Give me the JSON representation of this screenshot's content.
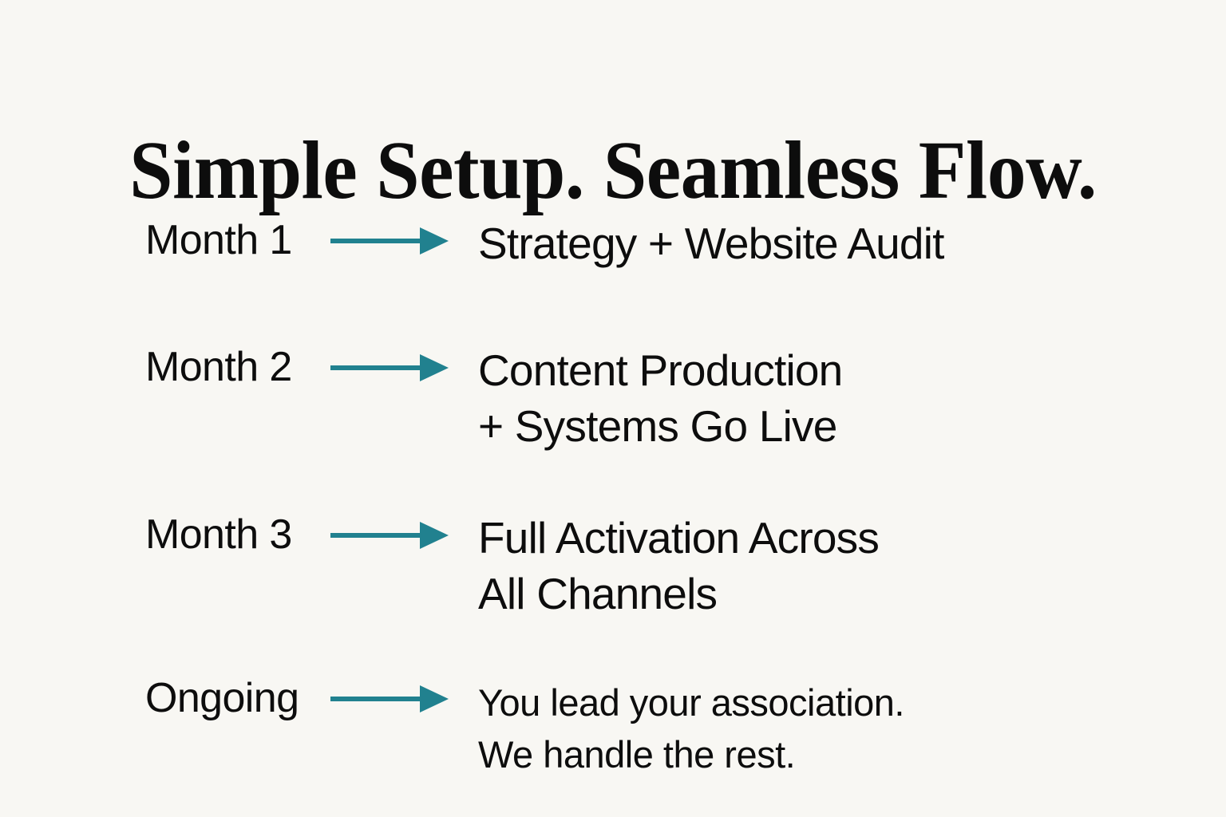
{
  "slide": {
    "background_color": "#f8f7f3",
    "text_color": "#0d0d0d",
    "accent_color": "#21818f",
    "title": "Simple Setup. Seamless Flow."
  },
  "timeline": {
    "rows": [
      {
        "label": "Month 1",
        "arrow": "arrow-right-icon",
        "text": "Strategy + Website Audit",
        "size": "normal"
      },
      {
        "label": "Month 2",
        "arrow": "arrow-right-icon",
        "text": "Content Production\n+ Systems Go Live",
        "size": "normal"
      },
      {
        "label": "Month 3",
        "arrow": "arrow-right-icon",
        "text": "Full Activation Across\nAll Channels",
        "size": "normal"
      },
      {
        "label": "Ongoing",
        "arrow": "arrow-right-icon",
        "text": "You lead your association.\nWe handle the rest.",
        "size": "small"
      }
    ]
  }
}
